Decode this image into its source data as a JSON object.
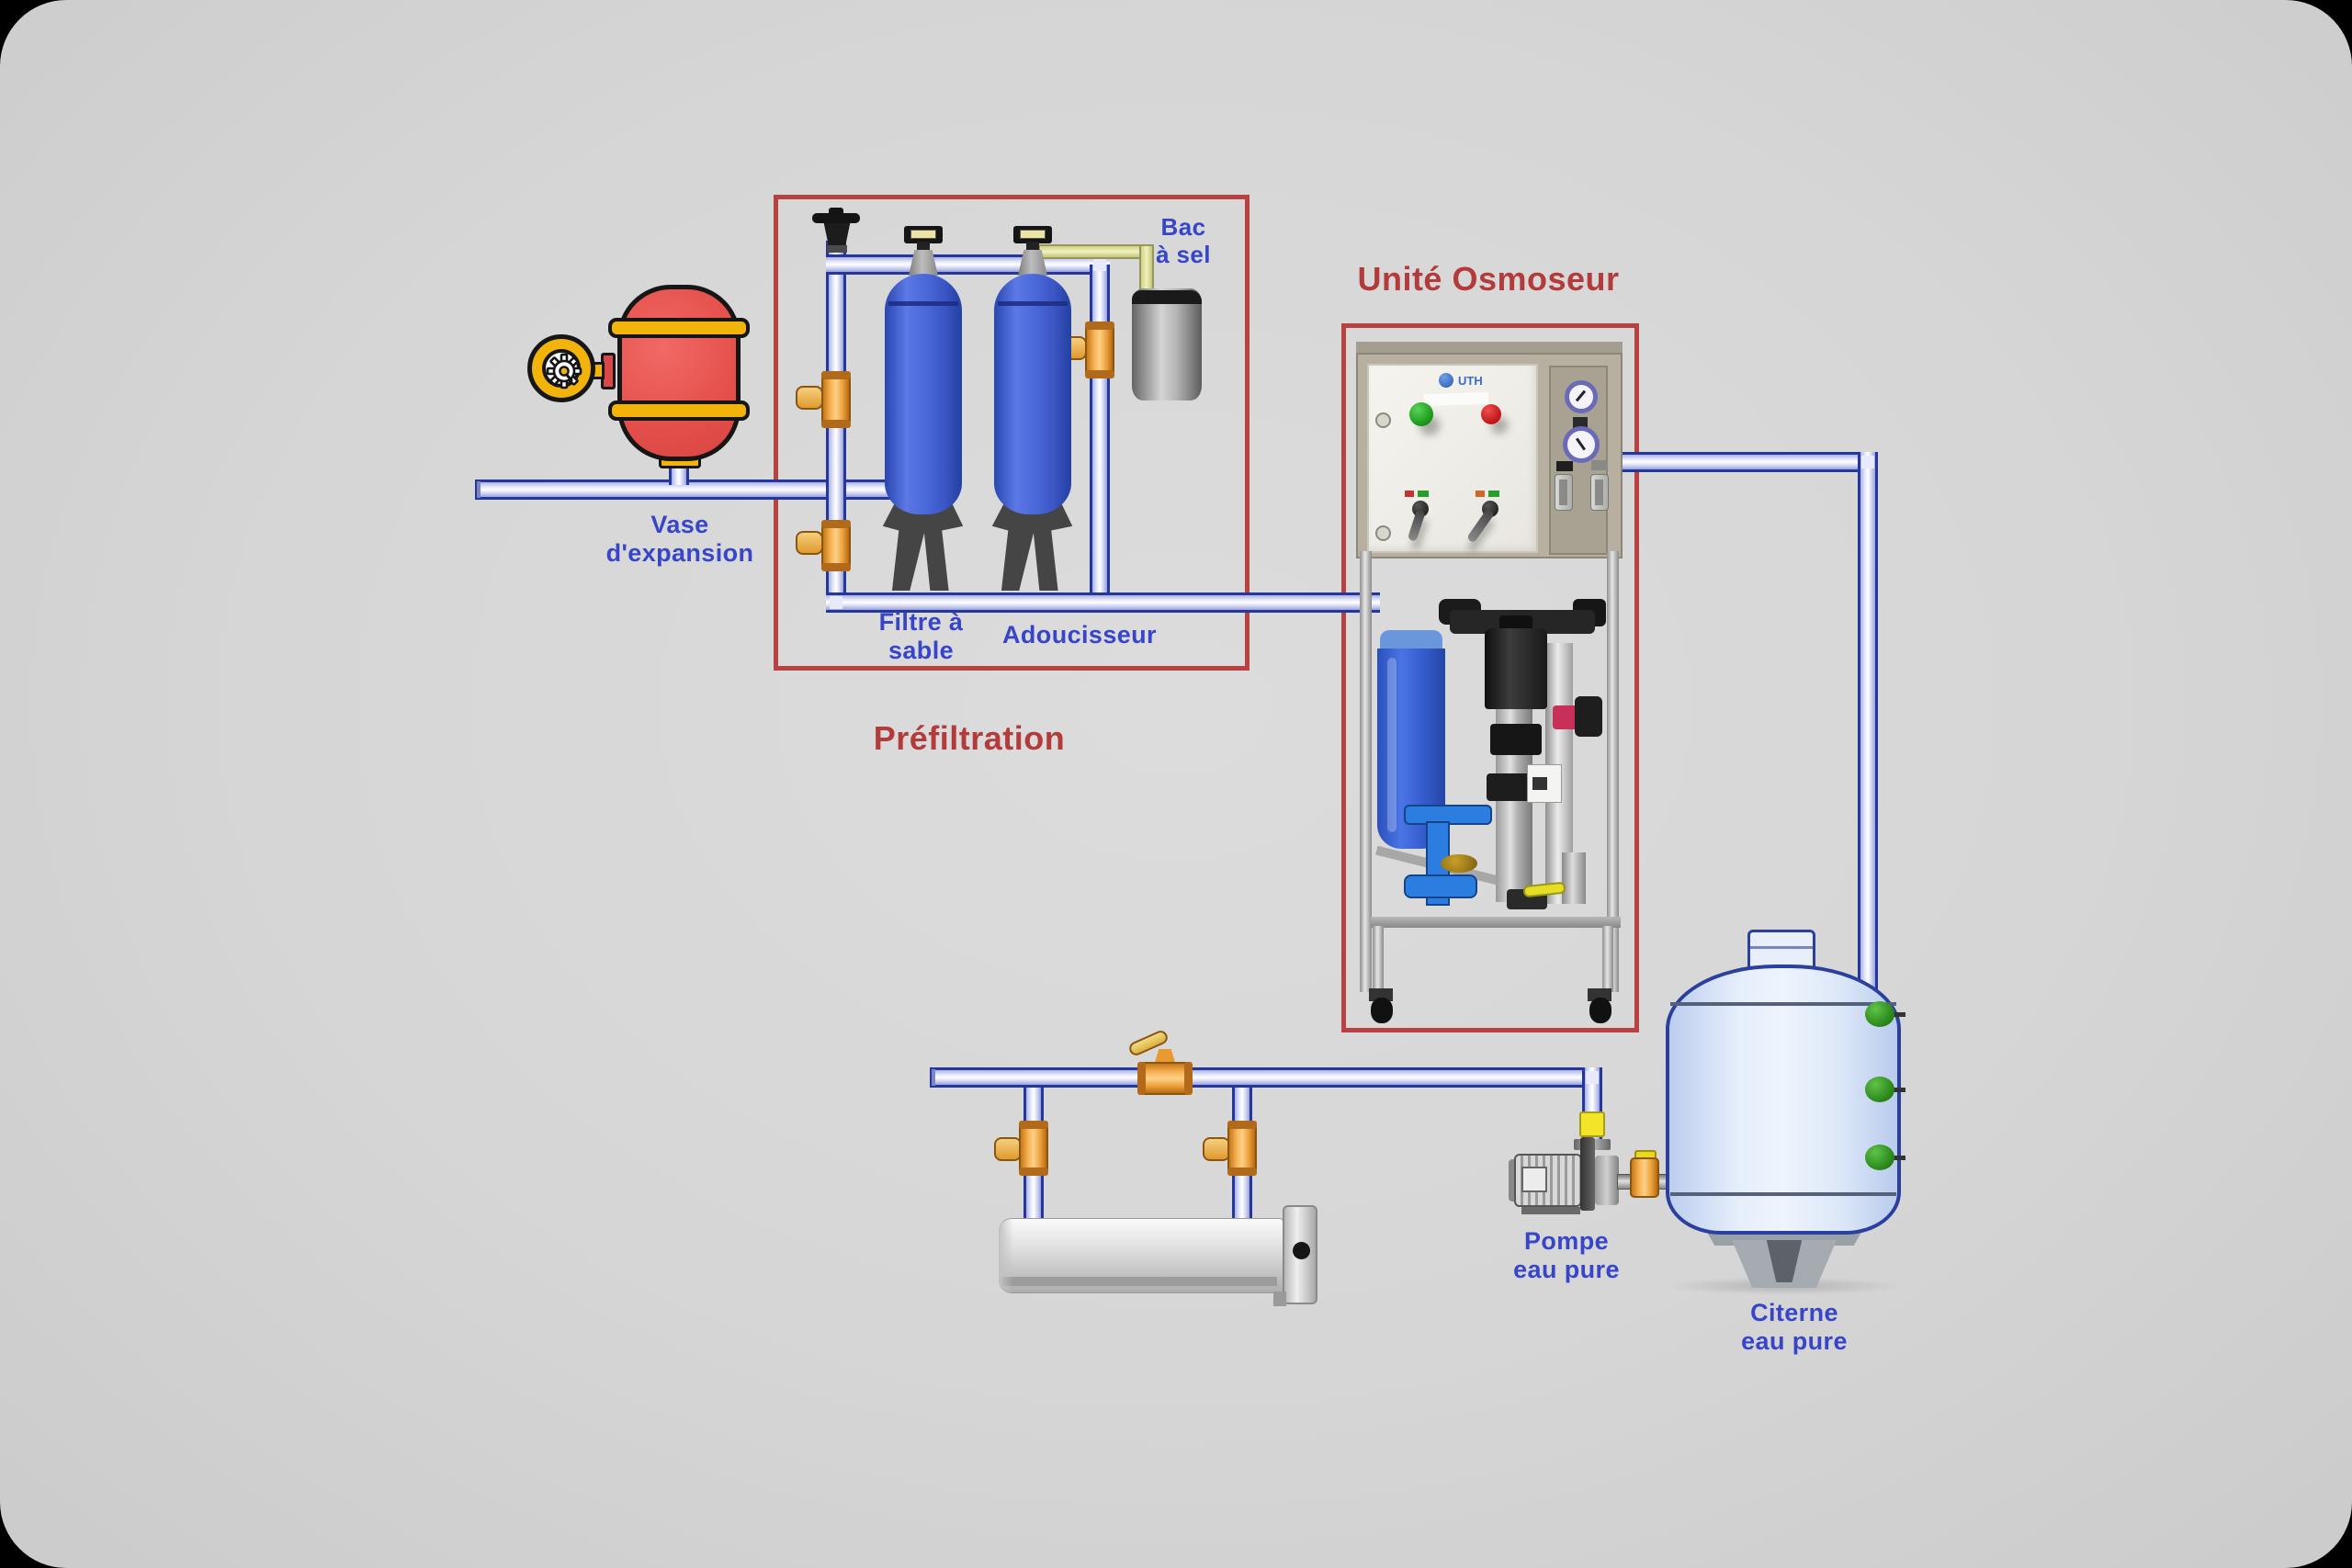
{
  "labels": {
    "vase": [
      "Vase",
      "d'expansion"
    ],
    "filtre": [
      "Filtre à",
      "sable"
    ],
    "adoucisseur": "Adoucisseur",
    "bac": [
      "Bac",
      "à sel"
    ],
    "pompe": [
      "Pompe",
      "eau pure"
    ],
    "citerne": [
      "Citerne",
      "eau pure"
    ]
  },
  "titles": {
    "prefiltration": "Préfiltration",
    "osmoseur": "Unité Osmoseur"
  },
  "panel": {
    "logo": "UTH"
  },
  "colors": {
    "label_blue": "#3745c8",
    "title_red": "#b33b3b",
    "box_red": "#b84242",
    "pipe_outline_blue": "#26379b",
    "pipe_fill": "#e4e7fa",
    "tank_blue": "#4a67d8",
    "vessel_red": "#e85050",
    "accent_yellow": "#f2b30a",
    "valve_orange": "#f0a843",
    "brine_yellow": "#e6e8a6",
    "citerne_fill": "#e6eefb",
    "sensor_green": "#2e8d1d",
    "background_gray": "#d6d6d6"
  }
}
